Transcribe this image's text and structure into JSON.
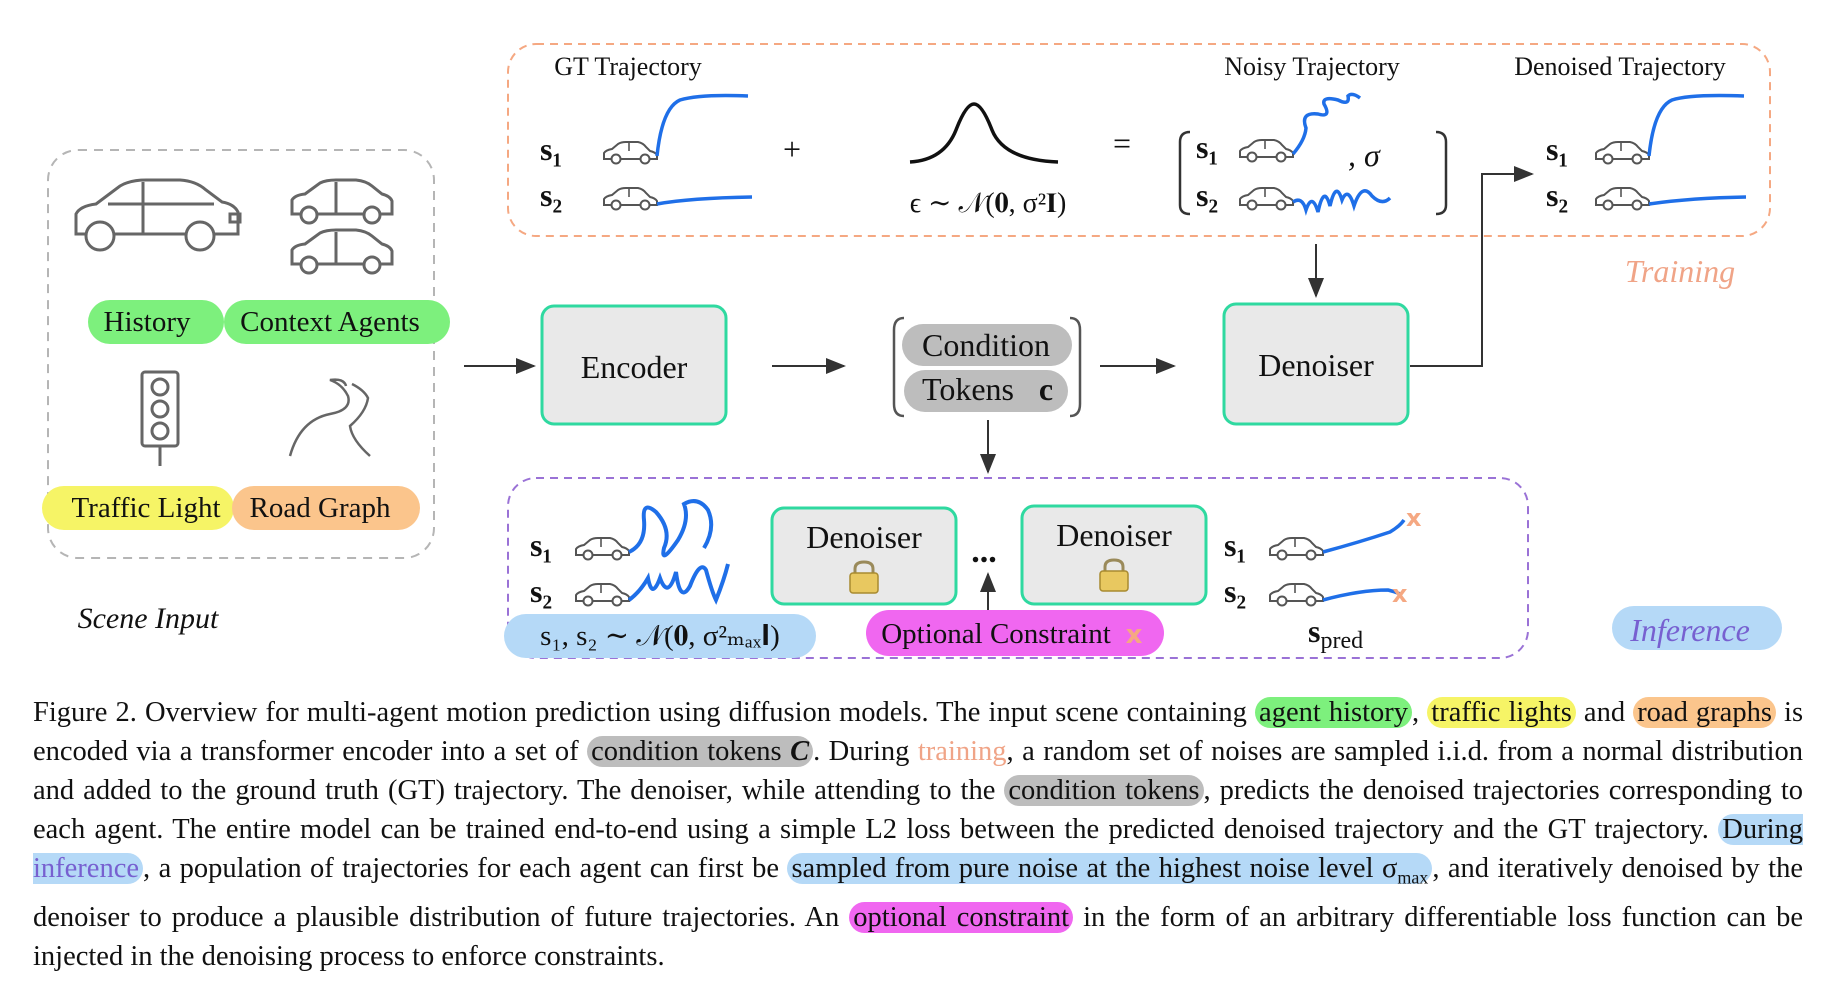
{
  "scene": {
    "history_label": "History",
    "context_label": "Context Agents",
    "traffic_label": "Traffic Light",
    "road_label": "Road Graph",
    "scene_caption": "Scene Input"
  },
  "training": {
    "gt_title": "GT Trajectory",
    "noisy_title": "Noisy Trajectory",
    "denoised_title": "Denoised Trajectory",
    "plus": "+",
    "equals": "=",
    "comma_sigma": ", σ",
    "noise_formula": "ϵ ∼ 𝒩(𝟎, σ²𝐈)",
    "label": "Training",
    "s1": "s₁",
    "s2": "s₂"
  },
  "middle": {
    "encoder": "Encoder",
    "condition": "Condition",
    "tokens": "Tokens",
    "c_symbol": "c",
    "denoiser": "Denoiser"
  },
  "inference": {
    "denoiser_a": "Denoiser",
    "denoiser_b": "Denoiser",
    "dots": "...",
    "prior_formula": "s₁, s₂ ∼ 𝒩(𝟎, σ²ₘₐₓ𝐈)",
    "constraint_label": "Optional Constraint",
    "constraint_mark": "x",
    "spred": "s",
    "spred_sub": "pred",
    "label": "Inference",
    "s1": "s₁",
    "s2": "s₂"
  },
  "caption": {
    "p1": "Figure 2. Overview for multi-agent motion prediction using diffusion models. The input scene containing ",
    "agent_history": "agent history",
    "p2": ", ",
    "traffic_lights": "traffic lights",
    "p3": " and ",
    "road_graphs": "road graphs",
    "p4": " is encoded via a transformer encoder into a set of ",
    "condition_tokens": "condition tokens ",
    "c_italic": "C",
    "p5": ". During ",
    "training": "training",
    "p6": ", a random set of noises are sampled i.i.d. from a normal distribution and added to the ground truth (GT) trajectory. The denoiser, while attending to the ",
    "condition_tokens_2": "condition tokens",
    "p7": ", predicts the denoised trajectories corresponding to each agent. The entire model can be trained end-to-end using a simple L2 loss between the predicted denoised trajectory and the GT trajectory. ",
    "during": "During ",
    "inference": "inference",
    "p8": ", a population of trajectories for each agent can first be ",
    "sampled_from": "sampled from pure noise at the highest noise level σ",
    "sigma_sub": "max",
    "p9": ", and iteratively denoised by the denoiser to produce a plausible distribution of future trajectories. An ",
    "optional_constraint": "optional constraint",
    "p10": " in the form of an arbitrary differentiable loss function can be injected in the denoising process to enforce constraints."
  },
  "colors": {
    "green_box": "#2fd9a0",
    "box_fill": "#e9e9e9",
    "trajectory": "#1f6fe8",
    "training_border": "#f5a882",
    "inference_border": "#9a72d6",
    "scene_border": "#b5b5b5",
    "history": "#7df07d",
    "traffic": "#f6f466",
    "road": "#fbc58c",
    "gray_token": "#bdbdbd",
    "prior_blue": "#b5d9f7",
    "constraint_pink": "#f067f0",
    "constraint_x": "#f5a882"
  }
}
